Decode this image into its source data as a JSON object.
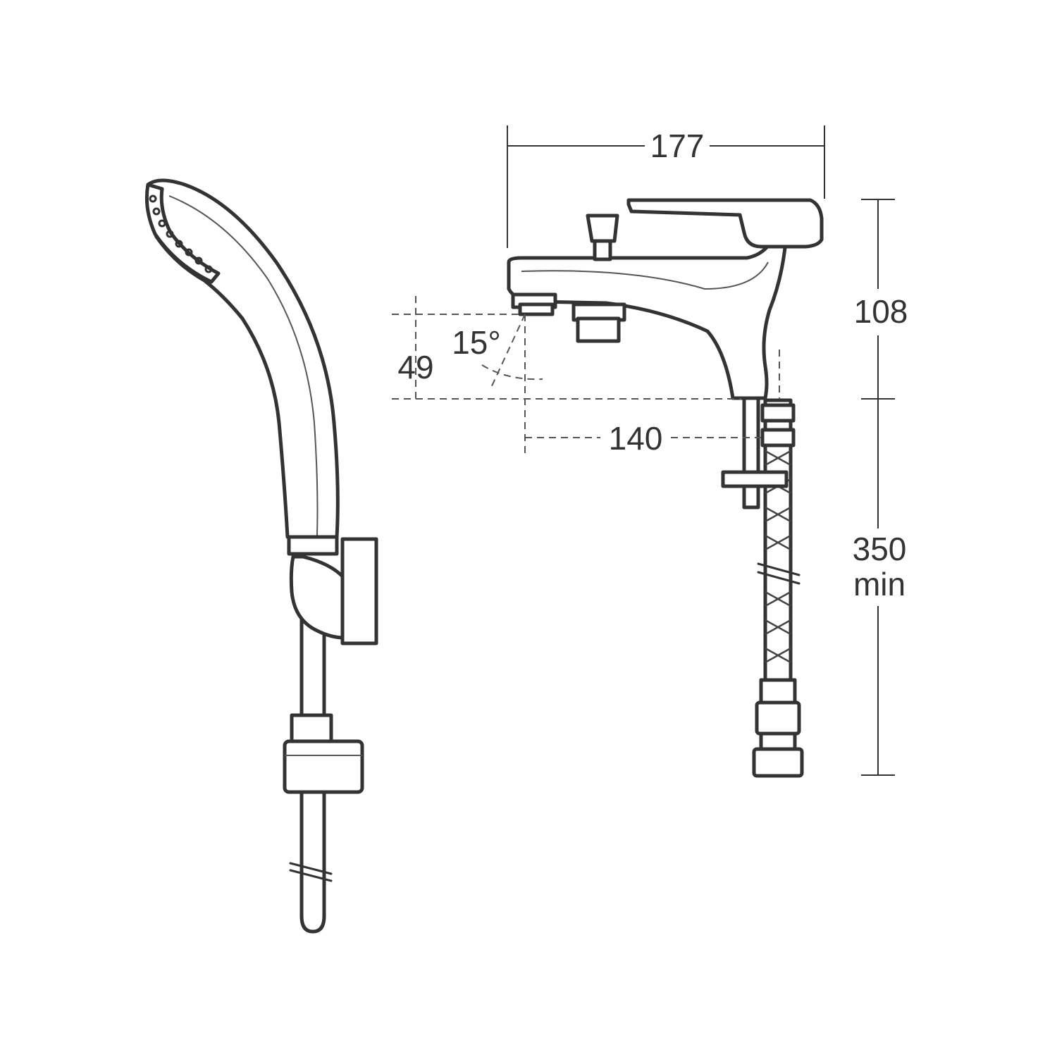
{
  "dimensions": {
    "width_label": "177",
    "height_label": "108",
    "spout_drop_label": "49",
    "angle_label": "15°",
    "spout_reach_label": "140",
    "hose_length_value": "350",
    "hose_length_qualifier": "min"
  },
  "colors": {
    "line": "#333333",
    "background": "#ffffff"
  }
}
